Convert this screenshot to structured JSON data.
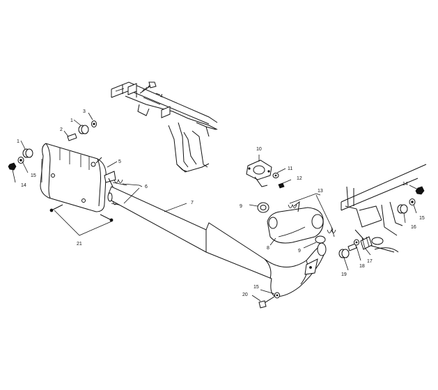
{
  "callouts": [
    {
      "id": "c4",
      "text": "4"
    },
    {
      "id": "c3",
      "text": "3"
    },
    {
      "id": "c1a",
      "text": "1"
    },
    {
      "id": "c2",
      "text": "2"
    },
    {
      "id": "c1b",
      "text": "1"
    },
    {
      "id": "c15a",
      "text": "15"
    },
    {
      "id": "c14a",
      "text": "14"
    },
    {
      "id": "c5",
      "text": "5"
    },
    {
      "id": "c6",
      "text": "6"
    },
    {
      "id": "c7",
      "text": "7"
    },
    {
      "id": "c21",
      "text": "21"
    },
    {
      "id": "c10",
      "text": "10"
    },
    {
      "id": "c11",
      "text": "11"
    },
    {
      "id": "c12",
      "text": "12"
    },
    {
      "id": "c9a",
      "text": "9"
    },
    {
      "id": "c13",
      "text": "13"
    },
    {
      "id": "c8",
      "text": "8"
    },
    {
      "id": "c9b",
      "text": "9"
    },
    {
      "id": "c14b",
      "text": "14"
    },
    {
      "id": "c15b",
      "text": "15"
    },
    {
      "id": "c16",
      "text": "16"
    },
    {
      "id": "c17",
      "text": "17"
    },
    {
      "id": "c18",
      "text": "18"
    },
    {
      "id": "c19",
      "text": "19"
    },
    {
      "id": "c15c",
      "text": "15"
    },
    {
      "id": "c20",
      "text": "20"
    }
  ]
}
